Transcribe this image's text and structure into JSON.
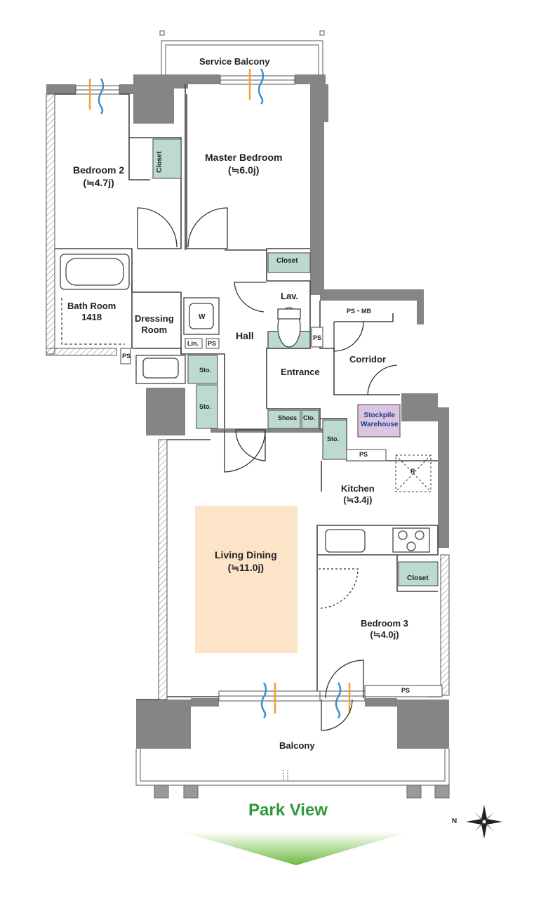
{
  "rooms": {
    "service_balcony": "Service Balcony",
    "bedroom2_name": "Bedroom 2",
    "bedroom2_size": "(≒4.7j)",
    "master_name": "Master Bedroom",
    "master_size": "(≒6.0j)",
    "closet_vertical": "Closet",
    "closet_master": "Closet",
    "closet_bed3": "Closet",
    "bathroom_name": "Bath Room",
    "bathroom_size": "1418",
    "dressing_line1": "Dressing",
    "dressing_line2": "Room",
    "washer": "W",
    "linen": "Lin.",
    "ps_dressing": "PS",
    "ps_bath": "PS",
    "ps_lav": "PS",
    "ps_kitchen": "PS",
    "ps_bed3": "PS",
    "ps_mb": "PS・MB",
    "lav": "Lav.",
    "hall": "Hall",
    "entrance": "Entrance",
    "corridor": "Corridor",
    "stockpile_line1": "Stockpile",
    "stockpile_line2": "Warehouse",
    "shoes": "Shoes",
    "clo": "Clo.",
    "sto1": "Sto.",
    "sto2": "Sto.",
    "sto3": "Sto.",
    "fridge": "R",
    "kitchen_name": "Kitchen",
    "kitchen_size": "(≒3.4j)",
    "living_name": "Living Dining",
    "living_size": "(≒11.0j)",
    "bedroom3_name": "Bedroom 3",
    "bedroom3_size": "(≒4.0j)",
    "balcony": "Balcony"
  },
  "view_label": "Park View",
  "compass_label": "N",
  "colors": {
    "wall": "#858585",
    "closet_fill": "#bcd9d2",
    "stockpile_fill": "#dcc5e0",
    "living_highlight": "#fbe4c8",
    "park_text": "#2e9a3c",
    "arrow_green": "#74c04a",
    "wind_orange": "#f0a030",
    "wind_blue": "#3a8fd0"
  }
}
